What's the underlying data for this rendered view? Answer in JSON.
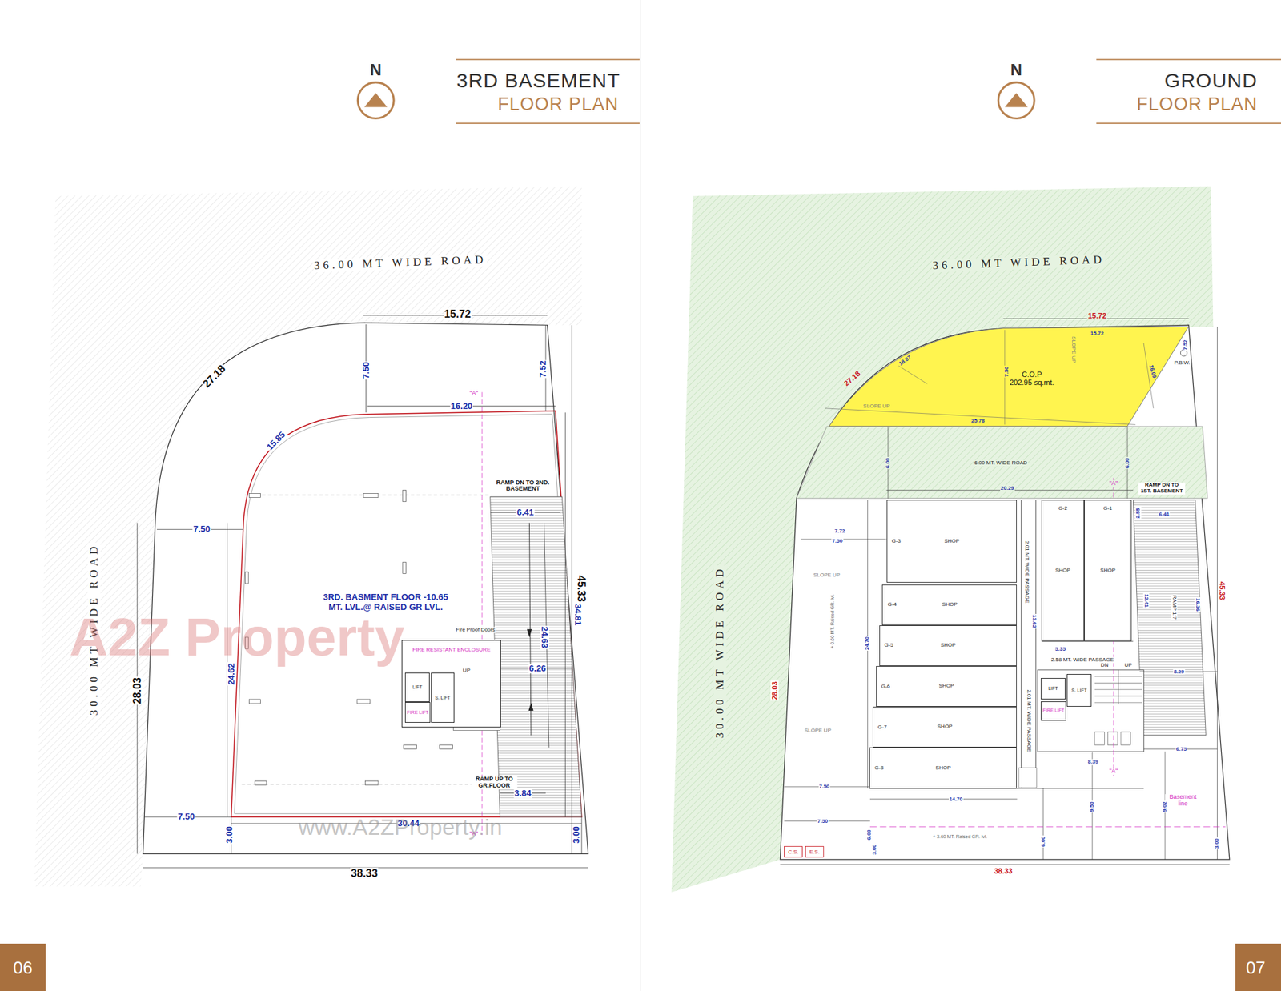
{
  "diagram": {
    "nodes": [
      {
        "text": [
          "FIRE RESISTANT ENCLOSURE"
        ]
      },
      {
        "text": [
          "LIFT"
        ],
        "in": 0
      },
      {
        "text": [
          "S. LIFT"
        ],
        "in": 0
      },
      {
        "text": [
          "FIRE LIFT"
        ],
        "in": 0
      },
      {
        "text": [
          "C.O.P",
          "202.95 sq.mt."
        ]
      },
      {
        "text": [
          "SHOP"
        ]
      },
      {
        "text": [
          "SHOP"
        ]
      },
      {
        "text": [
          "SHOP"
        ]
      },
      {
        "text": [
          "SHOP"
        ]
      },
      {
        "text": [
          "SHOP"
        ]
      },
      {
        "text": [
          "SHOP"
        ]
      },
      {
        "text": [
          "SHOP"
        ]
      },
      {
        "text": [
          "SHOP"
        ]
      },
      {
        "text": [
          "LIFT"
        ]
      },
      {
        "text": [
          "S. LIFT"
        ]
      },
      {
        "text": [
          "FIRE LIFT"
        ]
      }
    ],
    "labels": [
      "3RD BASEMENT",
      "FLOOR PLAN",
      "N",
      "06",
      "36.00 MT WIDE ROAD",
      "30.00 MT WIDE ROAD",
      "15.72",
      "27.18",
      "7.50",
      "7.52",
      "16.20",
      "15.85",
      "7.50",
      "RAMP DN TO 2ND. BASEMENT",
      "6.41",
      "45.33",
      "34.81",
      "3RD. BASMENT FLOOR -10.65 MT. LVL.@ RAISED GR LVL.",
      "24.63",
      "6.26",
      "Fire Proof Doors",
      "UP",
      "24.62",
      "28.03",
      "RAMP UP TO GR.FLOOR",
      "3.84",
      "7.50",
      "3.00",
      "30.44",
      "3.00",
      "38.33",
      "\"A\"",
      "\"A\"",
      "A2Z Property",
      "www.A2ZProperty.in",
      "GROUND",
      "FLOOR PLAN",
      "N",
      "07",
      "36.00 MT WIDE ROAD",
      "30.00 MT WIDE ROAD",
      "15.72",
      "15.72",
      "27.18",
      "18.07",
      "SLOPE UP",
      "7.50",
      "SLOPE UP",
      "25.78",
      "16.09",
      "7.52",
      "P.B.W.",
      "6.00",
      "6.00 MT. WIDE ROAD",
      "6.00",
      "\"A\"",
      "20.29",
      "RAMP DN TO 1ST. BASEMENT",
      "6.41",
      "2.55",
      "7.72",
      "7.50",
      "SLOPE UP",
      "SLOPE UP",
      "45.33",
      "28.03",
      "24.70",
      "+ 0.60 MT. Raised GR. lvl.",
      "2.01 MT. WIDE PASSAGE",
      "13.62",
      "2.01 MT. WIDE PASSAGE",
      "5.35",
      "2.58 MT. WIDE PASSAGE",
      "12.41",
      "RAMP 1:7",
      "16.36",
      "8.29",
      "DN",
      "UP",
      "6.75",
      "8.39",
      "\"A\"",
      "Basement line",
      "9.50",
      "9.02",
      "6.00",
      "7.50",
      "7.50",
      "6.00",
      "3.00",
      "14.70",
      "+ 3.60 MT. Raised GR. lvl.",
      "3.00",
      "38.33",
      "C.S.",
      "E.S.",
      "G-3",
      "G-4",
      "G-5",
      "G-6",
      "G-7",
      "G-8",
      "G-2",
      "G-1"
    ]
  }
}
